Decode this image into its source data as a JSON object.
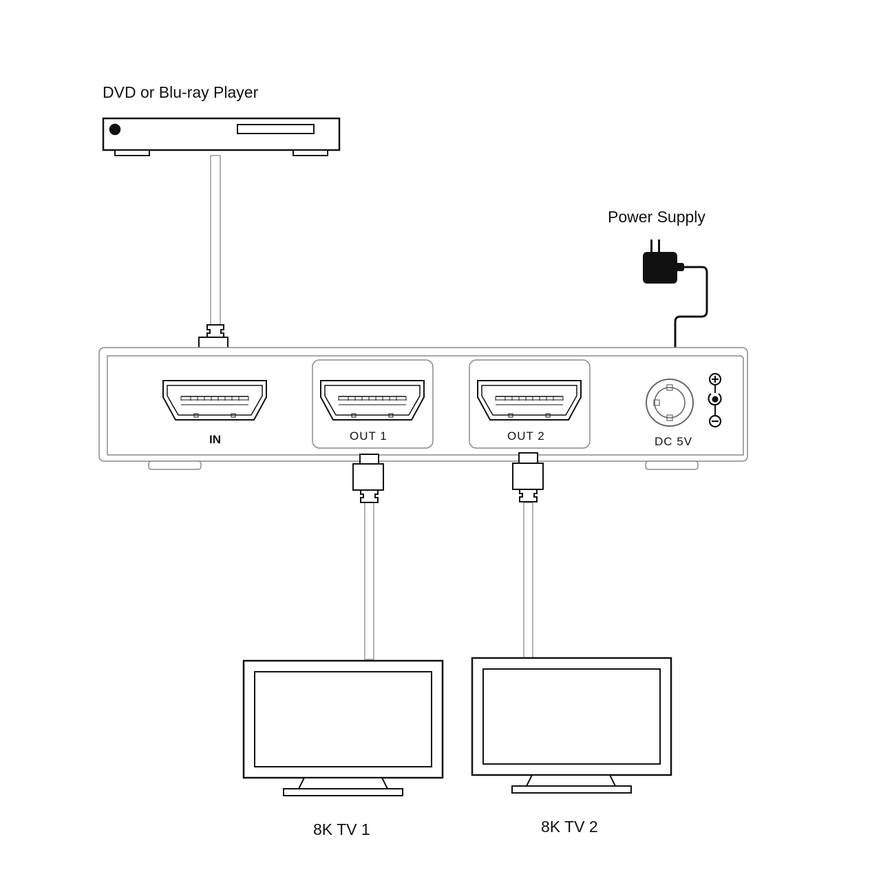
{
  "labels": {
    "source": "DVD or Blu-ray Player",
    "power": "Power Supply",
    "tv1": "8K TV 1",
    "tv2": "8K TV 2"
  },
  "ports": {
    "input": "IN",
    "output1": "OUT 1",
    "output2": "OUT 2",
    "dc": "DC 5V"
  },
  "polarity_icons": [
    "plus-icon",
    "center-positive-icon",
    "minus-icon"
  ],
  "colors": {
    "line": "#111111",
    "cable": "#9a9a9a",
    "device_edge": "#8a8a8a",
    "adapter": "#111111"
  }
}
